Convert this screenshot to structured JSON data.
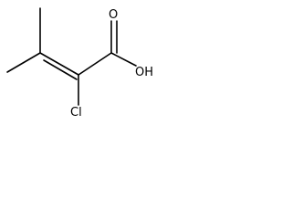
{
  "molecule": {
    "labels": {
      "oxygen_carbonyl": "O",
      "hydroxyl": "OH",
      "chlorine": "Cl"
    },
    "colors": {
      "bond": "#000000",
      "text": "#000000",
      "background": "#ffffff"
    }
  }
}
